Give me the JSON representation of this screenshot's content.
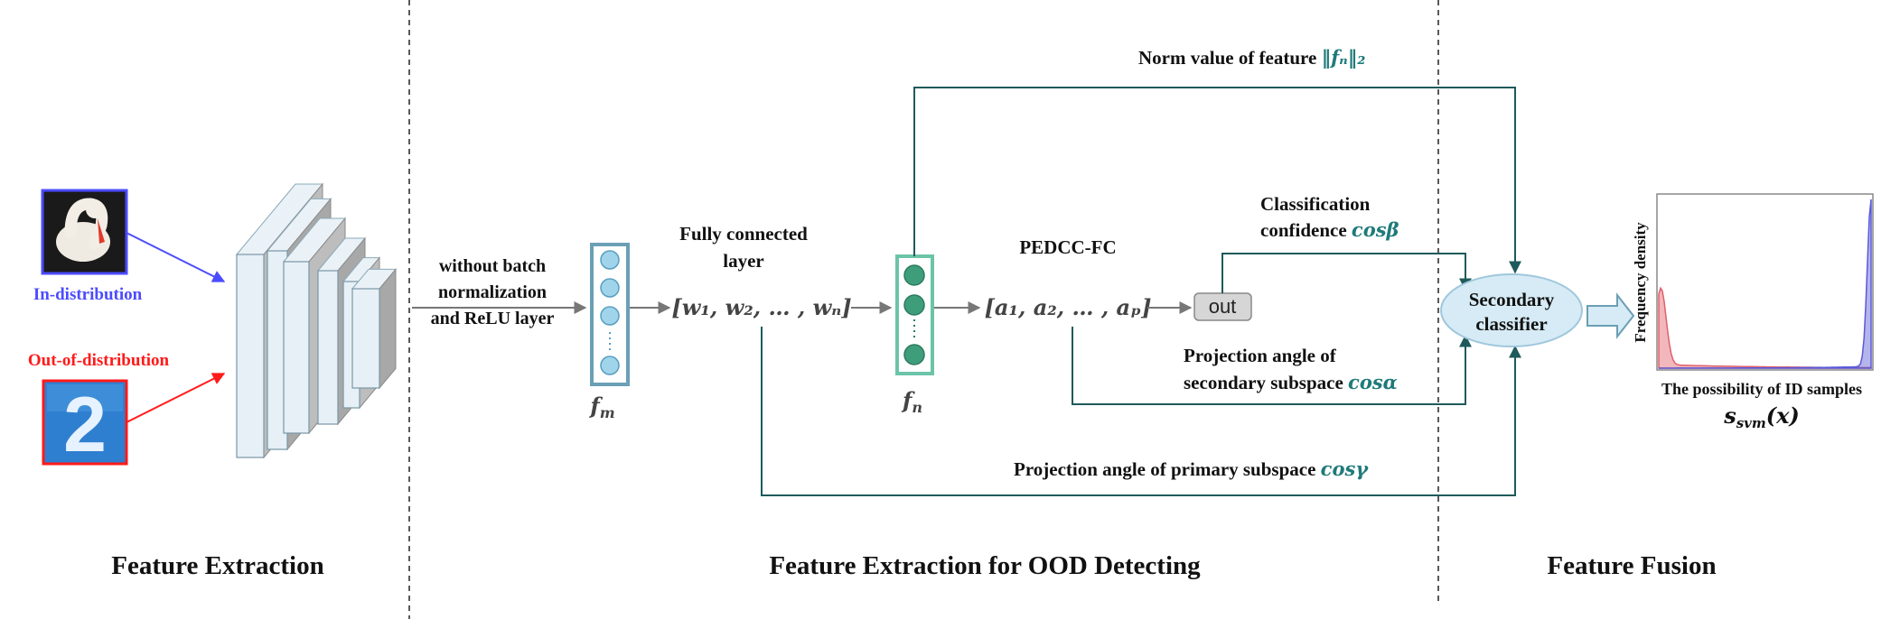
{
  "sections": {
    "feature_extraction": "Feature Extraction",
    "ood_detecting": "Feature Extraction for OOD Detecting",
    "feature_fusion": "Feature Fusion"
  },
  "inputs": {
    "in_distribution": "In-distribution",
    "out_of_distribution": "Out-of-distribution",
    "in_color": "#4b4bff",
    "out_color": "#ff1a1a",
    "ood_digit": "2"
  },
  "labels": {
    "without_bn_line1": "without batch",
    "without_bn_line2": "normalization",
    "without_bn_line3": "and ReLU layer",
    "fm": "f",
    "fm_sub": "m",
    "fc_line1": "Fully connected",
    "fc_line2": "layer",
    "weights": "[w₁, w₂, … , wₙ]",
    "fn": "f",
    "fn_sub": "n",
    "pedcc_fc": "PEDCC-FC",
    "activations": "[a₁, a₂, … , aₚ]",
    "out": "out",
    "norm_text": "Norm value of feature ",
    "norm_math": "‖fₙ‖₂",
    "cls_line1": "Classification",
    "cls_line2": "confidence ",
    "cls_math": "cosβ",
    "sec_line1": "Projection angle of",
    "sec_line2": "secondary subspace ",
    "sec_math": "cosα",
    "prim_text": "Projection angle of primary subspace ",
    "prim_math": "cosγ",
    "secondary_classifier_line1": "Secondary",
    "secondary_classifier_line2": "classifier",
    "freq_density": "Frequency density",
    "possibility": "The possibility of ID samples",
    "svm_score": "s",
    "svm_sub": "svm",
    "svm_arg": "(x)"
  },
  "colors": {
    "teal_text": "#1f7a7a",
    "flow_line": "#1f5a5a",
    "fm_node": "#9fd4ea",
    "fn_node": "#3e9e7c",
    "classifier_fill": "#d6ebf5"
  },
  "chart_data": {
    "type": "area",
    "xlabel": "The possibility of ID samples",
    "ylabel": "Frequency density",
    "series": [
      {
        "color": "#e0606a",
        "peak_at": "left"
      },
      {
        "color": "#5a5ad8",
        "peak_at": "right"
      }
    ]
  }
}
